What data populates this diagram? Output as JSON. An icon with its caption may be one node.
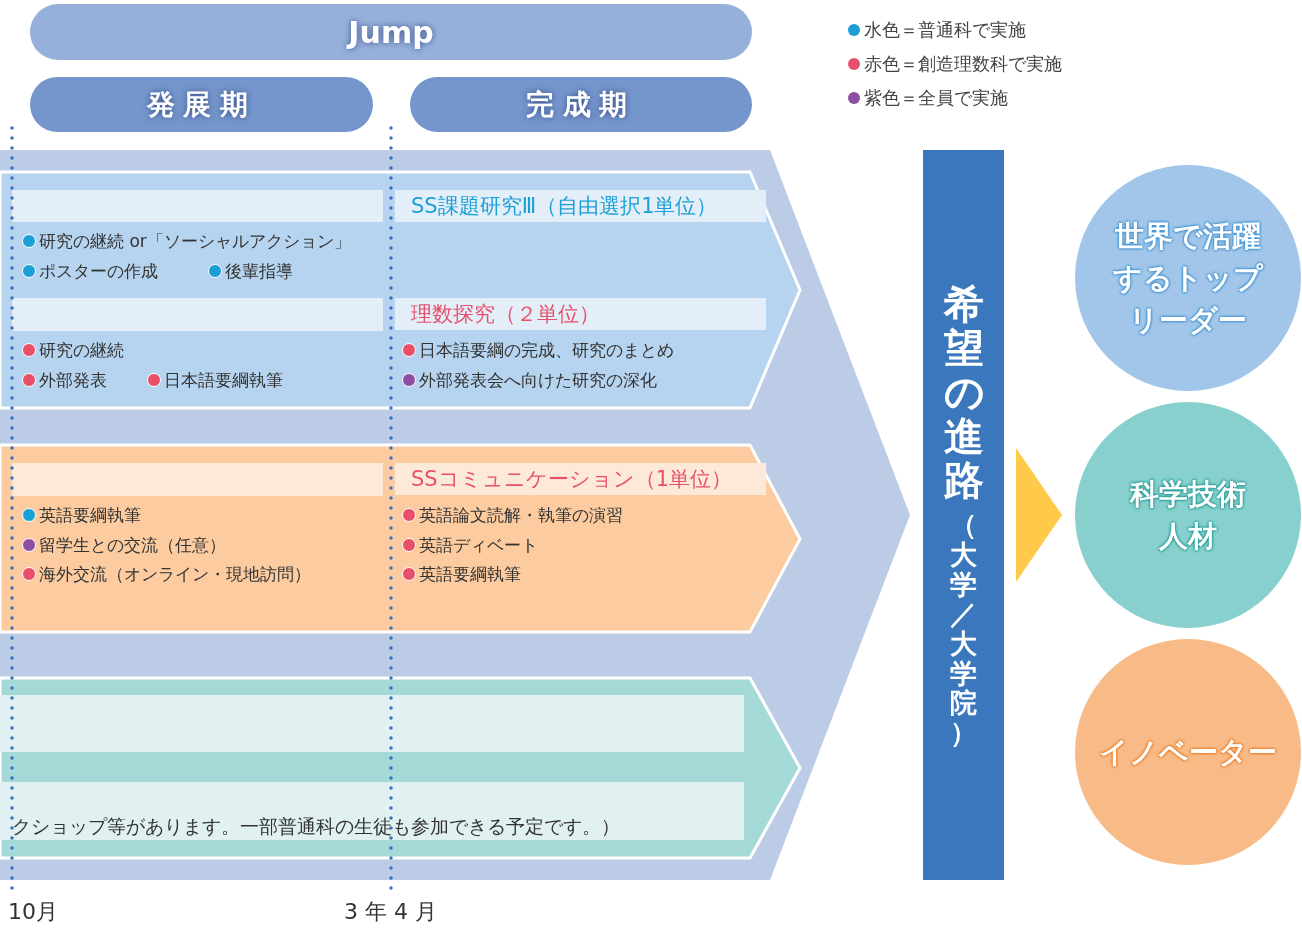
{
  "diagram": {
    "nodes": [
      {
        "text": [
          "Jump"
        ]
      },
      {
        "text": [
          "発展期"
        ]
      },
      {
        "text": [
          "完成期"
        ]
      },
      {
        "text": [],
        "shape": "chevron"
      },
      {
        "text": [
          "SS課題研究Ⅲ（自由選択1単位）",
          "研究の継続 or「ソーシャルアクション」",
          "ポスターの作成",
          "後輩指導",
          "理数探究（２単位）",
          "研究の継続",
          "外部発表",
          "日本語要綱執筆",
          "日本語要綱の完成、研究のまとめ",
          "外部発表会へ向けた研究の深化"
        ],
        "in": 3
      },
      {
        "text": [
          "SSコミュニケーション（1単位）",
          "英語要綱執筆",
          "留学生との交流（任意）",
          "海外交流（オンライン・現地訪問）",
          "英語論文読解・執筆の演習",
          "英語ディベート",
          "英語要綱執筆"
        ],
        "in": 3
      },
      {
        "text": [
          "クショップ等があります。一部普通科の生徒も参加できる予定です。）"
        ],
        "in": 3
      },
      {
        "text": [
          "希望の進路",
          "（大学／大学院）"
        ]
      },
      {
        "text": [
          "世界で活躍するトップリーダー"
        ]
      },
      {
        "text": [
          "科学技術人材"
        ]
      },
      {
        "text": [
          "イノベーター"
        ]
      }
    ],
    "edges": [
      {
        "from": 7,
        "to": 9,
        "arrow": "to"
      }
    ],
    "labels": [
      "10月",
      "3 年 4 月"
    ],
    "legend": [
      {
        "text": "水色＝普通科で実施",
        "color": "#1aa0d6"
      },
      {
        "text": "赤色＝創造理数科で実施",
        "color": "#e8506a"
      },
      {
        "text": "紫色＝全員で実施",
        "color": "#8e4fa3"
      }
    ]
  }
}
